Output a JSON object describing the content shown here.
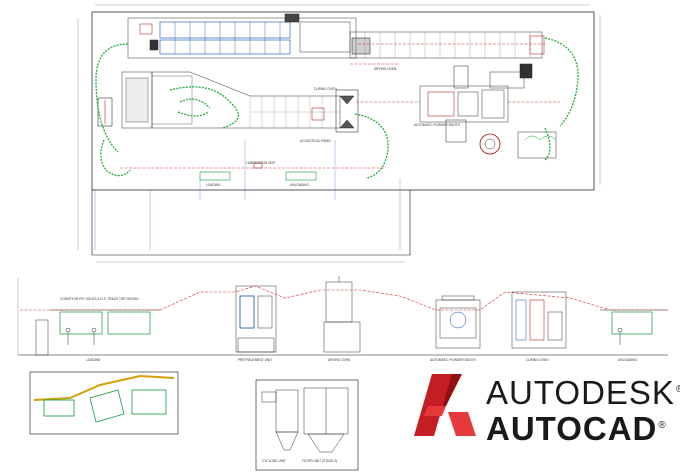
{
  "plan_labels": {
    "curing_oven": "CURING OVEN",
    "drying_oven": "DRYING OVEN",
    "acoustical_panel": "ACOUSTICAL PANEL",
    "automatic_powder_booth": "AUTOMATIC POWDER BOOTH",
    "lubrication_unit": "LUBRICATION UNIT",
    "loading": "LOADING",
    "unloading": "UNLOADING"
  },
  "elevation_labels": {
    "conveyor_note": "CONVEYOR P/F, HOLDS & D.S. TRACK TOP DESIGN",
    "loading": "LOADING",
    "pretreatment_unit": "PRETREATMENT UNIT",
    "drying_oven": "DRYING OVEN",
    "automatic_powder_booth": "AUTOMATIC POWDER BOOTH",
    "curing_oven": "CURING OVEN",
    "unloading": "UNLOADING"
  },
  "detail_labels": {
    "cyclone_unit": "CYCLONE UNIT",
    "filter_unit": "FILTER UNIT (STAGE 2)"
  },
  "brand": {
    "line1": "AUTODESK",
    "line2": "AUTOCAD",
    "registered": "®",
    "logo_letter": "A",
    "colors": {
      "logo_dark": "#8f0f12",
      "logo_mid": "#c41e22",
      "logo_light": "#e5393c",
      "text": "#1a1a1a"
    }
  }
}
